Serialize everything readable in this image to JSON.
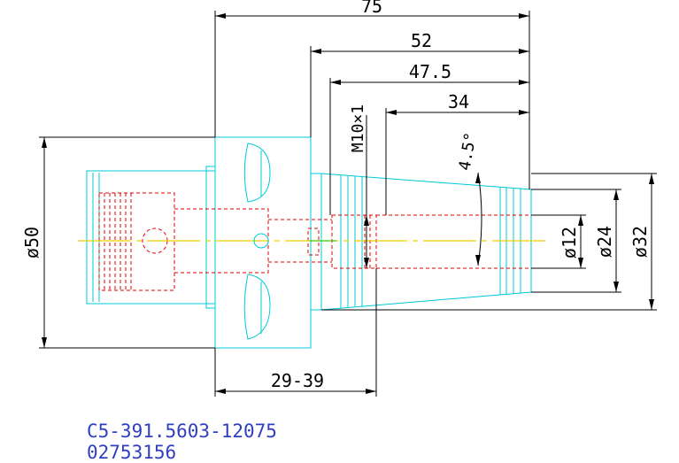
{
  "dimensions": {
    "total_length": "75",
    "length_52": "52",
    "length_47_5": "47.5",
    "length_34": "34",
    "thread": "M10×1",
    "angle": "4.5°",
    "dia_50": "ø50",
    "dia_12": "ø12",
    "dia_24": "ø24",
    "dia_32": "ø32",
    "range": "29-39"
  },
  "part": {
    "code": "C5-391.5603-12075",
    "number": "02753156"
  },
  "colors": {
    "dimension": "#000000",
    "outline": "#00c8d8",
    "hidden": "#e00000",
    "centerline": "#f0d000",
    "label": "#2f3fc0"
  }
}
